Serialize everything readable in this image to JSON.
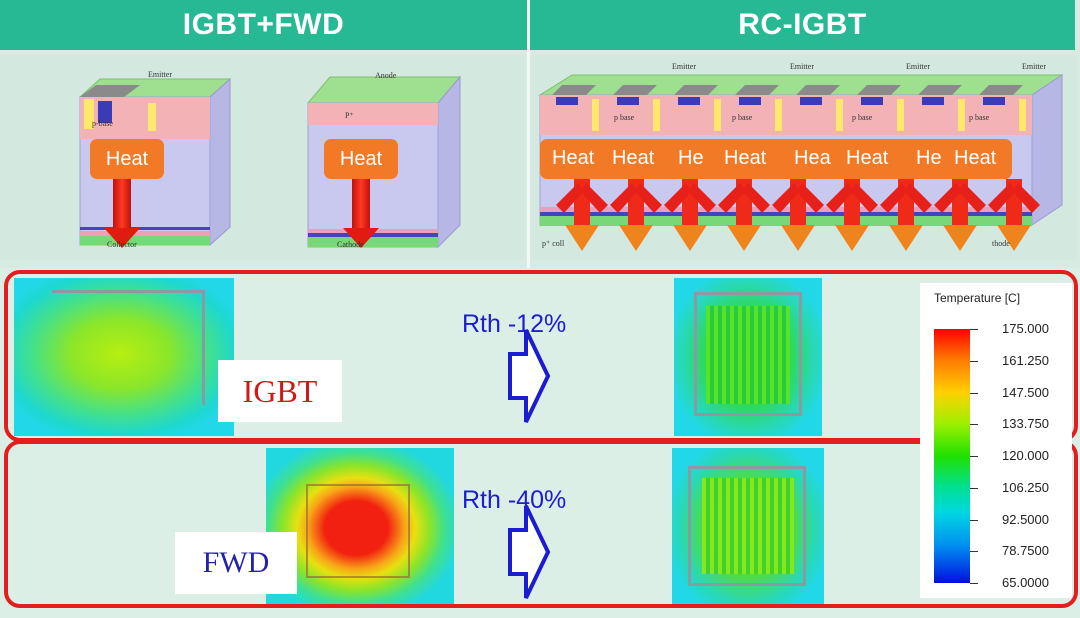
{
  "headers": {
    "left": "IGBT+FWD",
    "right": "RC-IGBT"
  },
  "structure_labels": {
    "igbt_top": "Emitter",
    "igbt_pbase": "p-base",
    "igbt_bottom": "Collector",
    "fwd_top": "Anode",
    "fwd_p": "P⁺",
    "fwd_bottom": "Cathode",
    "rc_top": "Emitter",
    "rc_pbase": "p base",
    "rc_bottom_p": "p⁺ coll",
    "rc_bottom_cathode": "thode"
  },
  "heat_labels": [
    "Heat",
    "Heat",
    "Heat",
    "Heat",
    "He",
    "Heat",
    "Hea",
    "Heat",
    "He",
    "Heat"
  ],
  "rows": [
    {
      "name": "IGBT",
      "rth": "Rth -12%"
    },
    {
      "name": "FWD",
      "rth": "Rth -40%"
    }
  ],
  "legend": {
    "title": "Temperature [C]",
    "ticks": [
      "175.000",
      "161.250",
      "147.500",
      "133.750",
      "120.000",
      "106.250",
      "92.5000",
      "78.7500",
      "65.0000"
    ]
  },
  "colors": {
    "header": "#27b894",
    "heat_box": "#f27a26",
    "outline": "#e41e1e",
    "rth_text": "#1c1cd0"
  }
}
